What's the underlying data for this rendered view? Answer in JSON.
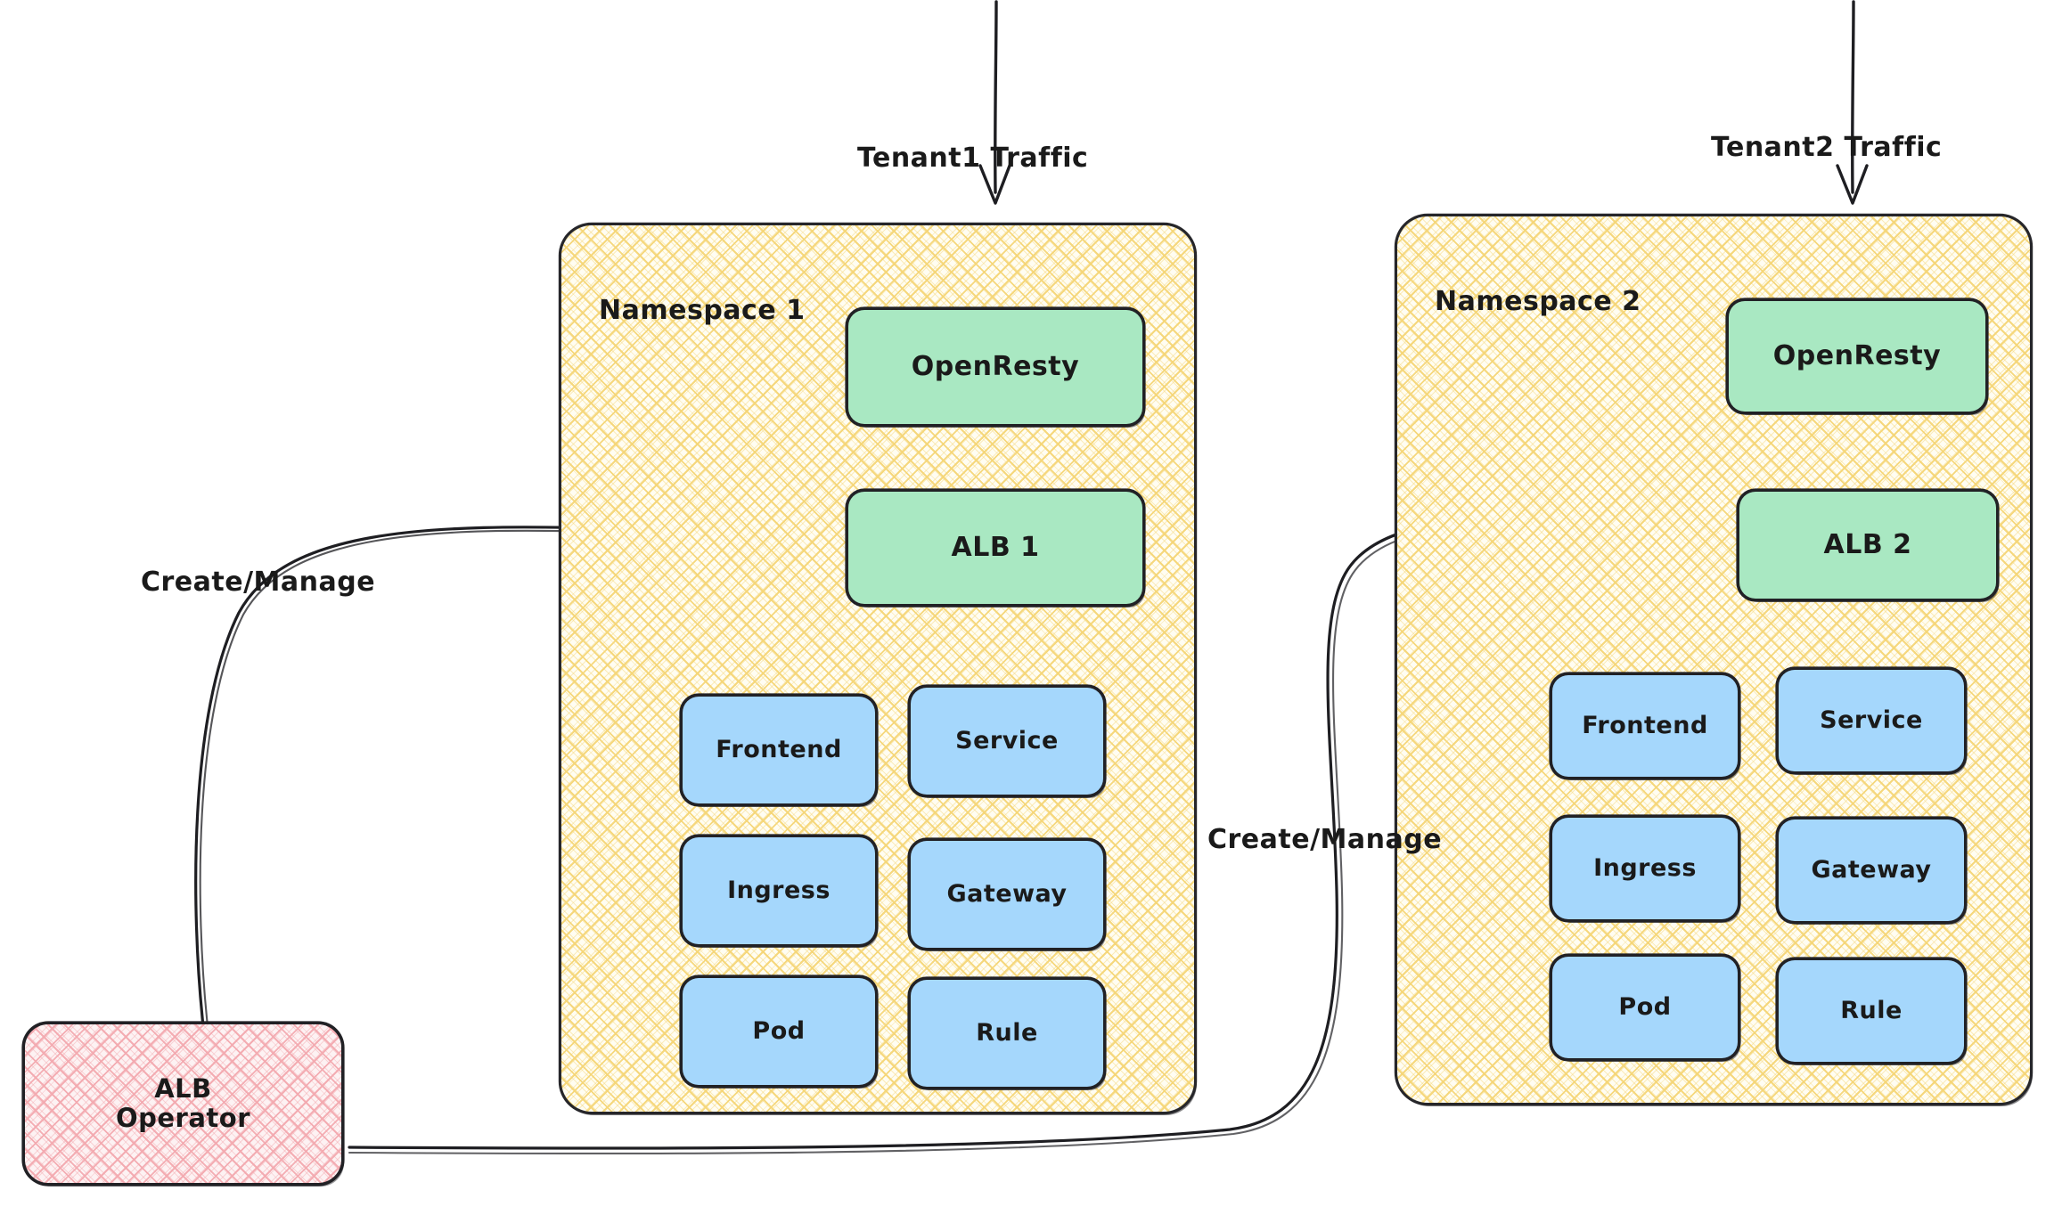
{
  "diagram": {
    "title": "ALB Operator multi-tenant namespace architecture",
    "colors": {
      "namespace_fill": "#F5D678",
      "namespace_bg": "#FFFDF2",
      "green_node": "#A9E8C2",
      "blue_node": "#A5D7FC",
      "pink_node": "#F3AAB0",
      "stroke": "#1E1E22"
    },
    "traffic_labels": [
      {
        "id": "tenant1-traffic",
        "text": "Tenant1 Traffic"
      },
      {
        "id": "tenant2-traffic",
        "text": "Tenant2 Traffic"
      }
    ],
    "edge_labels": [
      {
        "id": "create-manage-1",
        "text": "Create/Manage"
      },
      {
        "id": "create-manage-2",
        "text": "Create/Manage"
      }
    ],
    "operator": {
      "id": "alb-operator",
      "line1": "ALB",
      "line2": "Operator"
    },
    "namespaces": [
      {
        "id": "namespace-1",
        "title": "Namespace 1",
        "gateway_node": "OpenResty",
        "alb_node": "ALB 1",
        "resources": [
          {
            "label": "Frontend"
          },
          {
            "label": "Service"
          },
          {
            "label": "Ingress"
          },
          {
            "label": "Gateway"
          },
          {
            "label": "Pod"
          },
          {
            "label": "Rule"
          }
        ]
      },
      {
        "id": "namespace-2",
        "title": "Namespace 2",
        "gateway_node": "OpenResty",
        "alb_node": "ALB 2",
        "resources": [
          {
            "label": "Frontend"
          },
          {
            "label": "Service"
          },
          {
            "label": "Ingress"
          },
          {
            "label": "Gateway"
          },
          {
            "label": "Pod"
          },
          {
            "label": "Rule"
          }
        ]
      }
    ]
  }
}
